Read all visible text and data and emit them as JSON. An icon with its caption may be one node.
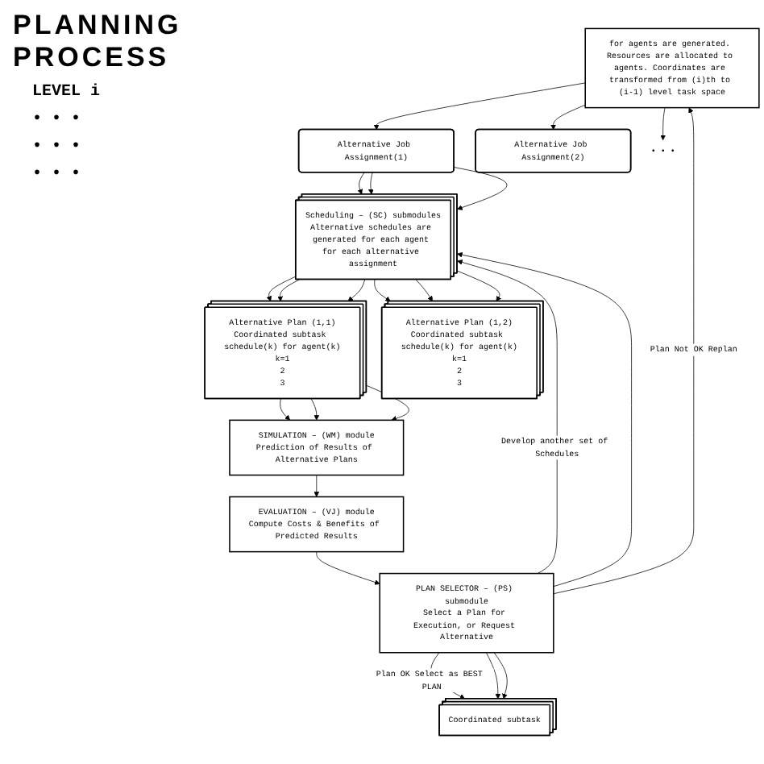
{
  "diagram": {
    "title": "PLANNING PROCESS",
    "nodes": [
      {
        "text": [
          "for agents are generated. Resources are allocated to agents. Coordinates are transformed from (i)th to (i-1) level task space"
        ]
      },
      {
        "text": [
          "Alternative Job Assignment(1)"
        ]
      },
      {
        "text": [
          "Alternative Job Assignment(2)"
        ]
      },
      {
        "text": [
          "• • •"
        ]
      },
      {
        "text": [
          "Scheduling – (SC) submodules",
          "Alternative schedules are generated for each agent for each alternative assignment"
        ]
      },
      {
        "text": [
          "Alternative Plan (1,1)",
          "Coordinated subtask schedule(k) for agent(k)",
          "k=1",
          "2",
          "3"
        ]
      },
      {
        "text": [
          "Alternative Plan (1,2)",
          "Coordinated subtask schedule(k) for agent(k)",
          "k=1",
          "2",
          "3"
        ]
      },
      {
        "text": [
          "SIMULATION – (WM) module",
          "Prediction of Results of Alternative Plans"
        ]
      },
      {
        "text": [
          "EVALUATION – (VJ) module",
          "Compute Costs & Benefits of Predicted Results"
        ]
      },
      {
        "text": [
          "PLAN SELECTOR – (PS) submodule",
          "Select a Plan for Execution, or Request Alternative"
        ]
      },
      {
        "text": [
          "Coordinated subtask"
        ]
      }
    ],
    "edges": [
      {
        "from": 0,
        "to": 1,
        "arrow": "to"
      },
      {
        "from": 0,
        "to": 2,
        "arrow": "to"
      },
      {
        "from": 0,
        "to": 3,
        "arrow": "to"
      },
      {
        "from": 1,
        "to": 4,
        "arrow": "to"
      },
      {
        "from": 1,
        "to": 4,
        "arrow": "to"
      },
      {
        "from": 1,
        "to": 4,
        "arrow": "to"
      },
      {
        "from": 4,
        "to": 5,
        "arrow": "to"
      },
      {
        "from": 4,
        "to": 5,
        "arrow": "to"
      },
      {
        "from": 4,
        "to": 5,
        "arrow": "to"
      },
      {
        "from": 4,
        "to": 6,
        "arrow": "to"
      },
      {
        "from": 4,
        "to": 6,
        "arrow": "to"
      },
      {
        "from": 4,
        "to": 6,
        "arrow": "to"
      },
      {
        "from": 5,
        "to": 7,
        "arrow": "to"
      },
      {
        "from": 5,
        "to": 7,
        "arrow": "to"
      },
      {
        "from": 5,
        "to": 7,
        "arrow": "to"
      },
      {
        "from": 7,
        "to": 8,
        "arrow": "to"
      },
      {
        "from": 8,
        "to": 9,
        "arrow": "to"
      },
      {
        "from": 9,
        "to": 10,
        "arrow": "to",
        "label": "Plan OK Select as BEST PLAN"
      },
      {
        "from": 9,
        "to": 10,
        "arrow": "to"
      },
      {
        "from": 9,
        "to": 10,
        "arrow": "to"
      },
      {
        "from": 9,
        "to": 0,
        "arrow": "to",
        "label": "Plan Not OK Replan"
      },
      {
        "from": 9,
        "to": 4,
        "arrow": "to",
        "label": "Develop another set of Schedules"
      },
      {
        "from": 9,
        "to": 4,
        "arrow": "to"
      }
    ],
    "labels": [
      "LEVEL i",
      "• • •",
      "• • •",
      "• • •"
    ]
  }
}
